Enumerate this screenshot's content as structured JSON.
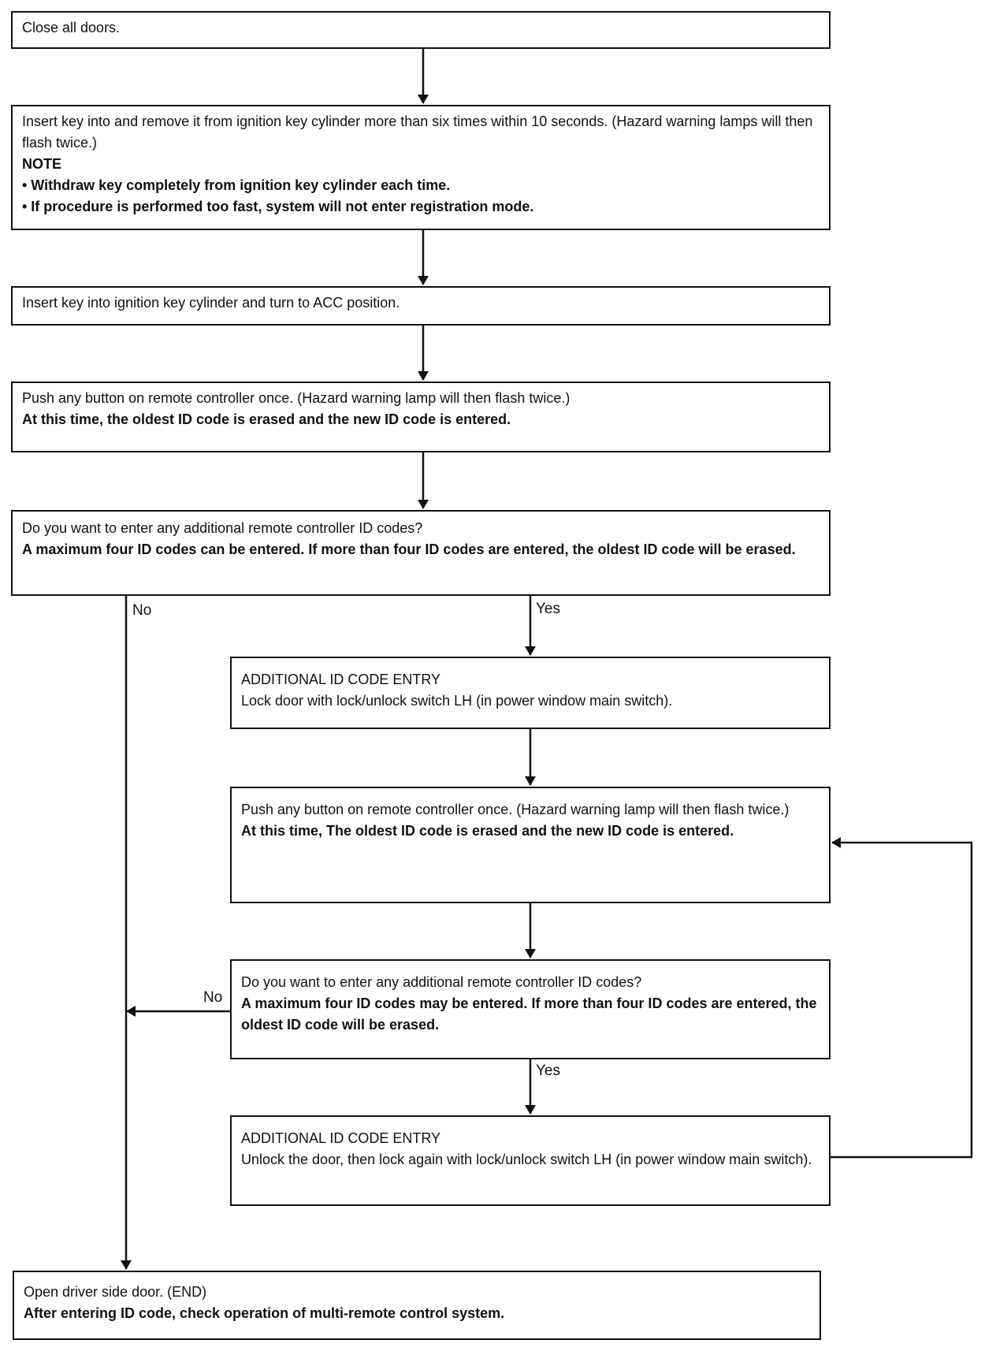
{
  "steps": {
    "close_doors": "Close all doors.",
    "insert_key": {
      "text": "Insert key into and remove it from ignition key cylinder more than six times within 10 seconds. (Hazard warning lamps will then flash twice.)",
      "note_title": "NOTE",
      "note_1": "• Withdraw key completely from ignition key cylinder each time.",
      "note_2": "• If procedure is performed too fast, system will not enter registration mode."
    },
    "acc": "Insert key into ignition key cylinder and turn to ACC position.",
    "push_1": {
      "text": "Push any button on remote controller once. (Hazard warning lamp will then flash twice.)",
      "bold": "At this time, the oldest ID code is erased and the new ID code is entered."
    },
    "question_1": {
      "text": "Do you want to enter any additional remote controller ID codes?",
      "bold": "A maximum four ID codes can be entered. If more than four ID codes are entered, the oldest ID code will be erased."
    },
    "additional_1": {
      "title": "ADDITIONAL ID CODE ENTRY",
      "text": "Lock door with lock/unlock switch LH (in power window main switch)."
    },
    "push_2": {
      "text": "Push any button on remote controller once. (Hazard warning lamp will then flash twice.)",
      "bold": "At this time, The oldest ID code is erased and the new ID code is entered."
    },
    "question_2": {
      "text": "Do you want to enter any additional remote controller ID codes?",
      "bold": "A maximum four ID codes may be entered. If more than four ID codes are entered, the oldest ID code will be erased."
    },
    "additional_2": {
      "title": "ADDITIONAL ID CODE ENTRY",
      "text": "Unlock the door, then lock again with lock/unlock switch LH (in power window main switch)."
    },
    "end": {
      "text": "Open driver side door. (END)",
      "bold": "After entering ID code, check operation of multi-remote control system."
    }
  },
  "labels": {
    "no_1": "No",
    "yes_1": "Yes",
    "no_2": "No",
    "yes_2": "Yes"
  }
}
